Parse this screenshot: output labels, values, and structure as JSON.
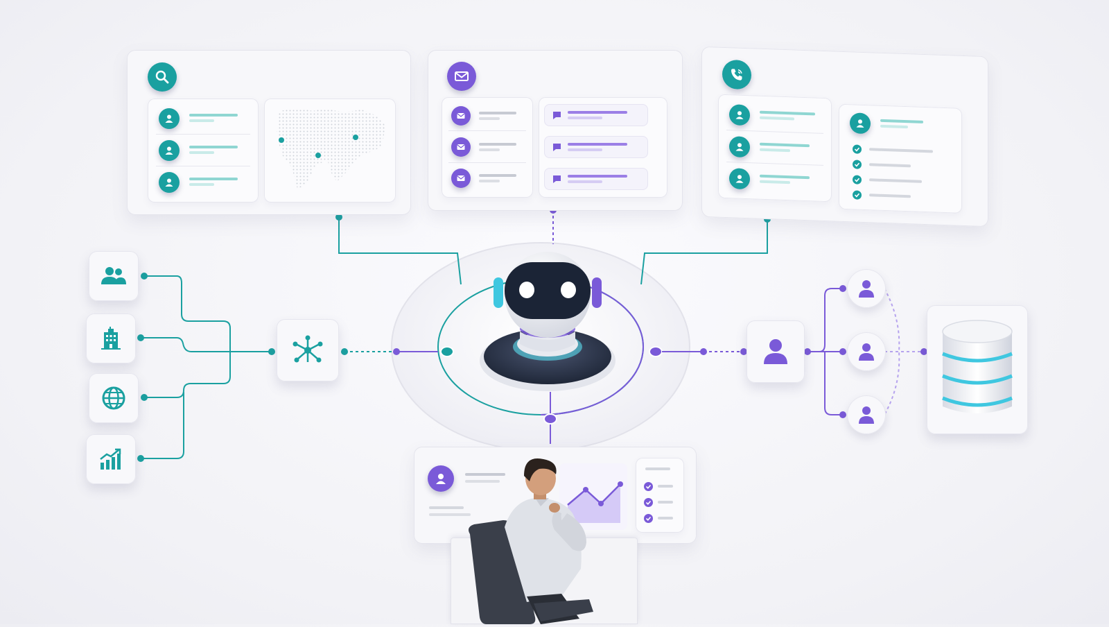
{
  "colors": {
    "teal": "#1aa0a0",
    "purple": "#7a5ad8",
    "light_teal": "#8fd6d2",
    "light_purple": "#b6a3ee",
    "panel": "#f7f7fa",
    "robot_face": "#1b2436",
    "robot_eye": "#ffffff",
    "robot_glow": "#5be0f0",
    "database_ring": "#3fc7e0"
  },
  "panels": [
    {
      "name": "search-panel",
      "icon": "search-icon",
      "accent": "teal",
      "contents": [
        "user-list",
        "world-map"
      ]
    },
    {
      "name": "email-panel",
      "icon": "envelope-icon",
      "accent": "purple",
      "contents": [
        "email-list",
        "message-list"
      ]
    },
    {
      "name": "phone-panel",
      "icon": "phone-icon",
      "accent": "teal",
      "contents": [
        "contact-list",
        "checklist"
      ]
    }
  ],
  "left_sources": [
    {
      "name": "team-source",
      "icon": "people-icon"
    },
    {
      "name": "building-source",
      "icon": "building-icon"
    },
    {
      "name": "web-source",
      "icon": "globe-icon"
    },
    {
      "name": "analytics-source",
      "icon": "growth-chart-icon"
    }
  ],
  "hub_icon": "network-icon",
  "center": {
    "name": "ai-robot-assistant",
    "icon": "robot-icon"
  },
  "right_nodes": {
    "primary": "person-icon",
    "branches": [
      "person-icon",
      "person-icon",
      "person-icon"
    ],
    "storage": "database-icon"
  },
  "bottom": {
    "name": "agent-workstation",
    "icons": [
      "avatar-icon",
      "line-chart-icon",
      "checklist-icon"
    ],
    "person": "analyst-figure"
  }
}
